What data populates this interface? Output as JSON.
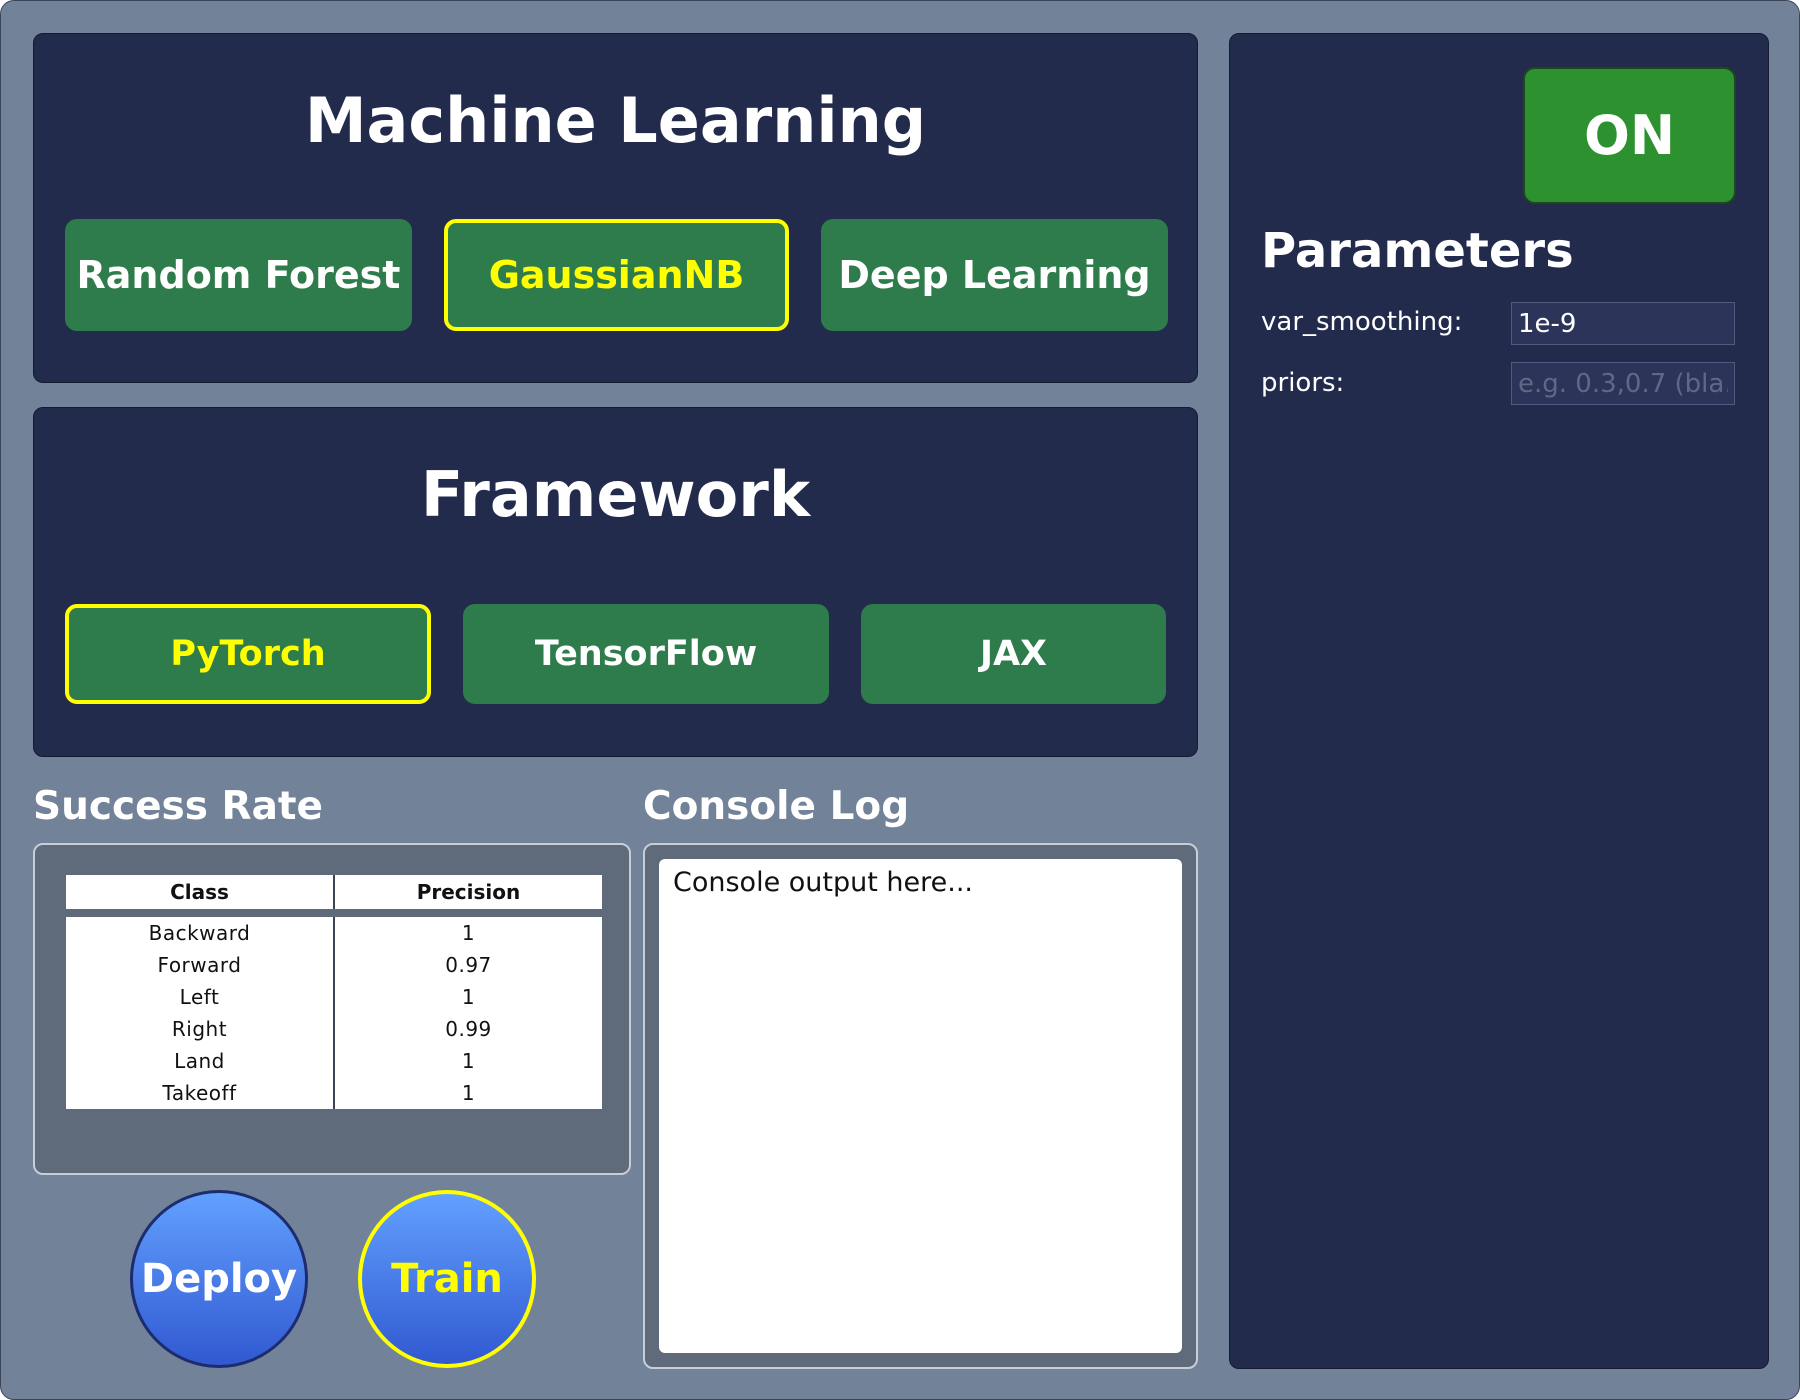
{
  "ml_panel": {
    "title": "Machine Learning",
    "options": [
      "Random Forest",
      "GaussianNB",
      "Deep Learning"
    ],
    "selected": "GaussianNB"
  },
  "framework_panel": {
    "title": "Framework",
    "options": [
      "PyTorch",
      "TensorFlow",
      "JAX"
    ],
    "selected": "PyTorch"
  },
  "success_rate": {
    "label": "Success Rate",
    "columns": [
      "Class",
      "Precision"
    ],
    "rows": [
      [
        "Backward",
        "1"
      ],
      [
        "Forward",
        "0.97"
      ],
      [
        "Left",
        "1"
      ],
      [
        "Right",
        "0.99"
      ],
      [
        "Land",
        "1"
      ],
      [
        "Takeoff",
        "1"
      ]
    ]
  },
  "console": {
    "label": "Console Log",
    "text": "Console output here..."
  },
  "actions": {
    "deploy_label": "Deploy",
    "train_label": "Train",
    "selected": "Train"
  },
  "toggle": {
    "label": "ON"
  },
  "parameters": {
    "title": "Parameters",
    "fields": [
      {
        "label": "var_smoothing:",
        "value": "1e-9",
        "placeholder": ""
      },
      {
        "label": "priors:",
        "value": "",
        "placeholder": "e.g. 0.3,0.7 (bla…"
      }
    ]
  },
  "colors": {
    "background": "#718299",
    "panel": "#232b4d",
    "option_button": "#2e7c4b",
    "selected_highlight": "#ffff00",
    "toggle_on": "#2e912f",
    "round_button": "#4a7fe8"
  }
}
